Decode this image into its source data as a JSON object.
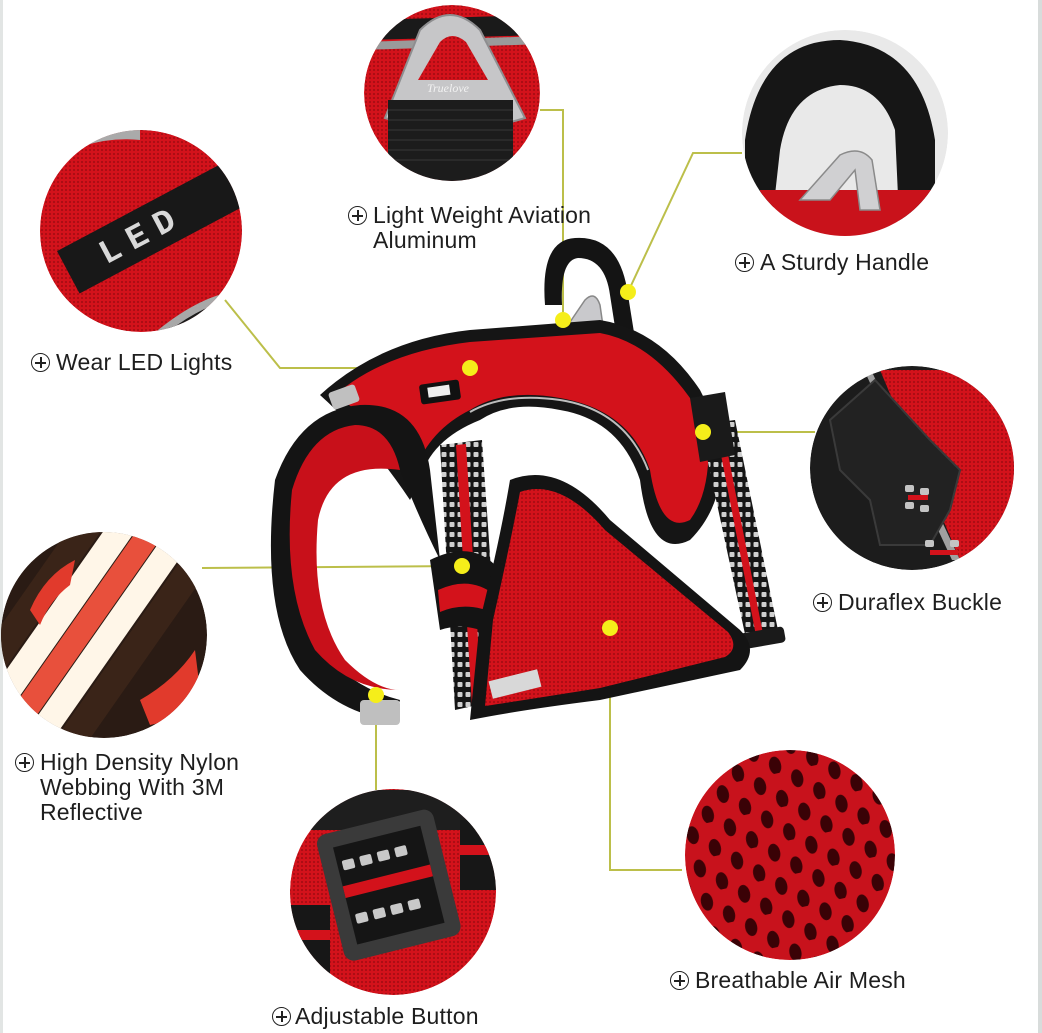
{
  "product": {
    "brand_engraving": "Truelove",
    "led_tag_text": "LED",
    "colors": {
      "body_red": "#d4141c",
      "trim_black": "#141414",
      "reflective_gray": "#b9b9b9",
      "callout_dot": "#f5ee1a",
      "leader_line": "#bcbf4a",
      "metal": "#c9c9cc"
    }
  },
  "features": [
    {
      "id": "aluminum",
      "label": "Light Weight Aviation\nAluminum",
      "icon": "plus-circle-icon"
    },
    {
      "id": "handle",
      "label": "A Sturdy Handle",
      "icon": "plus-circle-icon"
    },
    {
      "id": "led",
      "label": "Wear LED Lights",
      "icon": "plus-circle-icon"
    },
    {
      "id": "buckle",
      "label": "Duraflex Buckle",
      "icon": "plus-circle-icon"
    },
    {
      "id": "webbing",
      "label": "High Density Nylon\nWebbing With 3M\nReflective",
      "icon": "plus-circle-icon"
    },
    {
      "id": "mesh",
      "label": "Breathable Air Mesh",
      "icon": "plus-circle-icon"
    },
    {
      "id": "button",
      "label": "Adjustable Button",
      "icon": "plus-circle-icon"
    }
  ]
}
